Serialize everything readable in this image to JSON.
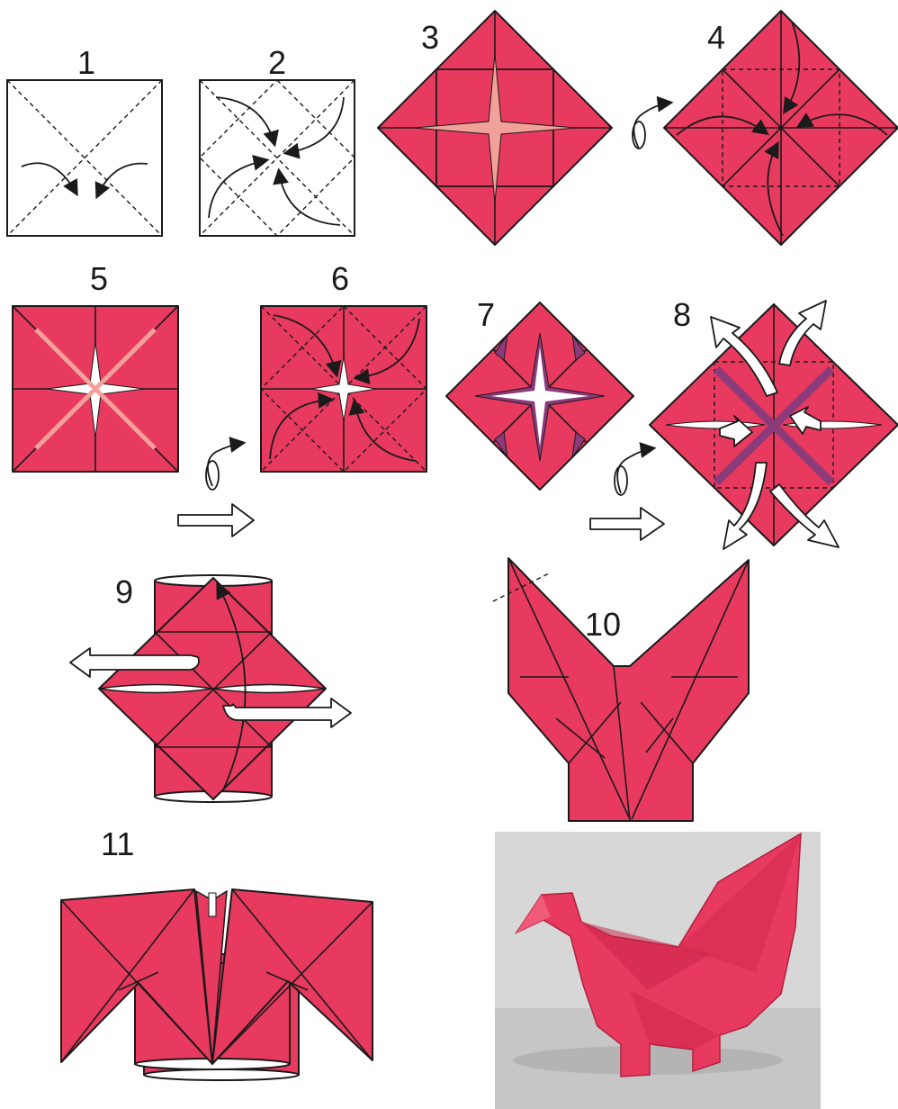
{
  "steps": [
    "1",
    "2",
    "3",
    "4",
    "5",
    "6",
    "7",
    "8",
    "9",
    "10",
    "11"
  ],
  "colors": {
    "paper": "#e83a5e",
    "paper_shade": "#f2a19a",
    "inner_fold": "#8b3a7a",
    "line": "#1a1a1a",
    "photo_bg": "#d7d7d7"
  },
  "icons": [
    "fold-arrow-icon",
    "turn-over-icon",
    "next-step-arrow-icon",
    "pull-out-arrow-icon",
    "cut-line-icon"
  ]
}
